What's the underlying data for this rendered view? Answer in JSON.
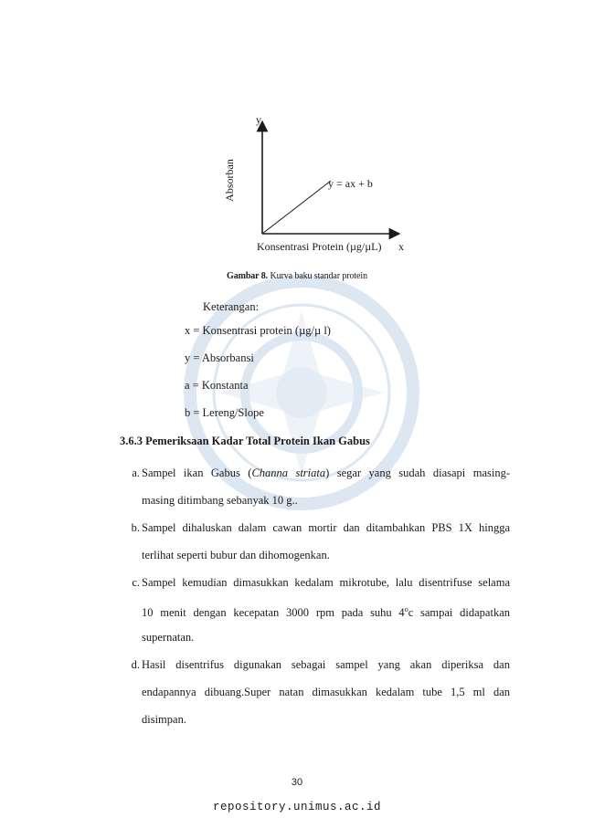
{
  "figure": {
    "y_axis_letter": "y",
    "x_axis_letter": "x",
    "y_axis_label": "Absorban",
    "x_axis_label": "Konsentrasi Protein (µg/µL)",
    "equation": "y = ax + b",
    "caption_bold": "Gambar 8.",
    "caption_text": " Kurva baku standar protein"
  },
  "keterangan": {
    "title": "Keterangan:",
    "items": [
      "x = Konsentrasi protein (µg/µ l)",
      "y = Absorbansi",
      "a = Konstanta",
      "b = Lereng/Slope"
    ]
  },
  "section": {
    "heading": "3.6.3 Pemeriksaan Kadar Total Protein Ikan Gabus",
    "items": [
      {
        "marker": "a.",
        "line1_pre": "Sampel ikan Gabus (",
        "line1_italic": "Channa striata",
        "line1_post": ") segar yang sudah diasapi masing-",
        "line2": "masing ditimbang sebanyak 10 g.."
      },
      {
        "marker": "b.",
        "line1": "Sampel dihaluskan dalam cawan mortir dan ditambahkan PBS 1X hingga",
        "line2": "terlihat seperti bubur dan dihomogenkan."
      },
      {
        "marker": "c.",
        "line1": "Sampel kemudian dimasukkan kedalam mikrotube, lalu disentrifuse selama",
        "line2_pre": "10 menit dengan kecepatan 3000 rpm pada suhu 4",
        "line2_sup": "o",
        "line2_post": "c sampai didapatkan",
        "line3": "supernatan."
      },
      {
        "marker": "d.",
        "line1": "Hasil disentrifus digunakan sebagai sampel yang akan diperiksa dan",
        "line2": "endapannya dibuang.Super natan dimasukkan kedalam tube 1,5 ml dan",
        "line3": "disimpan."
      }
    ]
  },
  "page_number": "30",
  "repository_url": "repository.unimus.ac.id",
  "colors": {
    "text": "#1a1a1a",
    "watermark": "#2a6fb5"
  }
}
